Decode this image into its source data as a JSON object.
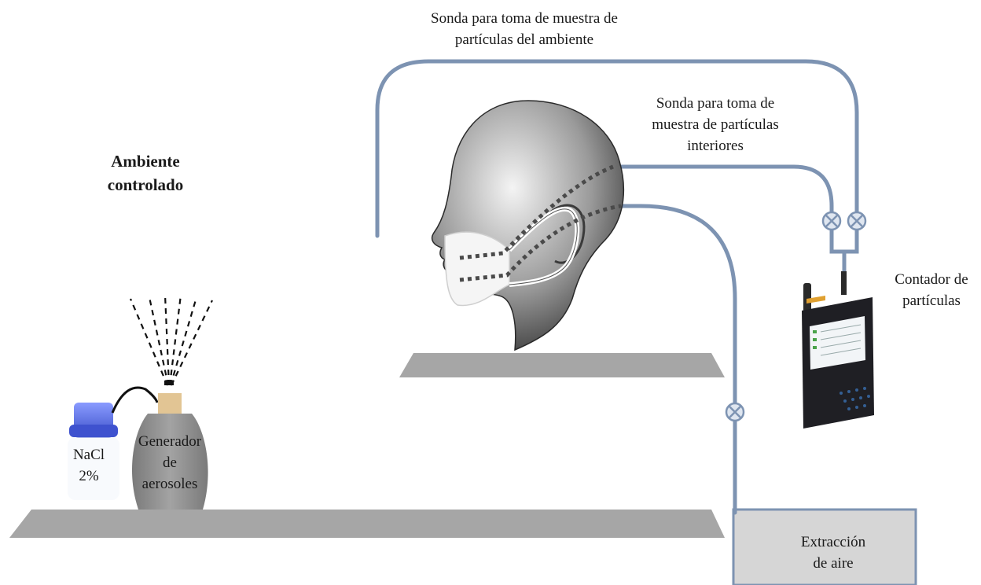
{
  "labels": {
    "ambient_probe": [
      "Sonda para toma de muestra de",
      "partículas del ambiente"
    ],
    "inner_probe": [
      "Sonda para toma de",
      "muestra de partículas",
      "interiores"
    ],
    "controlled_environment": [
      "Ambiente",
      "controlado"
    ],
    "particle_counter": [
      "Contador de",
      "partículas"
    ],
    "nacl": [
      "NaCl",
      "2%"
    ],
    "aerosol_generator": [
      "Generador",
      "de",
      "aerosoles"
    ],
    "air_extraction": [
      "Extracción",
      "de aire"
    ]
  },
  "colors": {
    "tube": "#7d93b2",
    "valve_fill": "#dfe6f0",
    "shelf": "#a6a6a6",
    "extraction_box": "#d6d6d6",
    "bottle_cap": "#5a6fe0",
    "generator_body": "#8f8f8f",
    "generator_neck": "#e2c594"
  },
  "icons": {
    "valves": "valve-icon",
    "head": "mannequin-head-icon",
    "mask": "face-mask-icon",
    "counter": "particle-counter-device-icon",
    "bottle": "nacl-bottle-icon",
    "generator": "aerosol-generator-icon",
    "spray": "spray-dashes-icon"
  }
}
